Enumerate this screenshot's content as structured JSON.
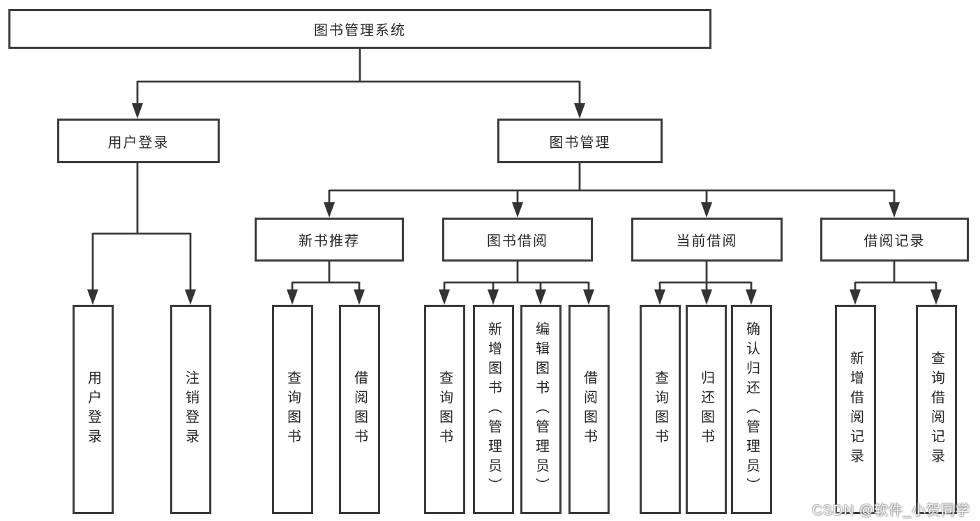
{
  "title": "图书管理系统",
  "tree": {
    "root": {
      "label": "图书管理系统"
    },
    "branches": [
      {
        "label": "用户登录",
        "children": [
          {
            "label": "用户登录"
          },
          {
            "label": "注销登录"
          }
        ]
      },
      {
        "label": "图书管理",
        "children": [
          {
            "label": "新书推荐",
            "children": [
              {
                "label": "查询图书"
              },
              {
                "label": "借阅图书"
              }
            ]
          },
          {
            "label": "图书借阅",
            "children": [
              {
                "label": "查询图书"
              },
              {
                "label": "新增图书（管理员）"
              },
              {
                "label": "编辑图书（管理员）"
              },
              {
                "label": "借阅图书"
              }
            ]
          },
          {
            "label": "当前借阅",
            "children": [
              {
                "label": "查询图书"
              },
              {
                "label": "归还图书"
              },
              {
                "label": "确认归还（管理员）"
              }
            ]
          },
          {
            "label": "借阅记录",
            "children": [
              {
                "label": "新增借阅记录"
              },
              {
                "label": "查询借阅记录"
              }
            ]
          }
        ]
      }
    ]
  },
  "watermark": {
    "text": "CSDN @软件_小贺同学"
  },
  "colors": {
    "line": "#3a3a3a",
    "text": "#262626",
    "background": "#ffffff",
    "watermark_text": "#f2f2f2"
  }
}
